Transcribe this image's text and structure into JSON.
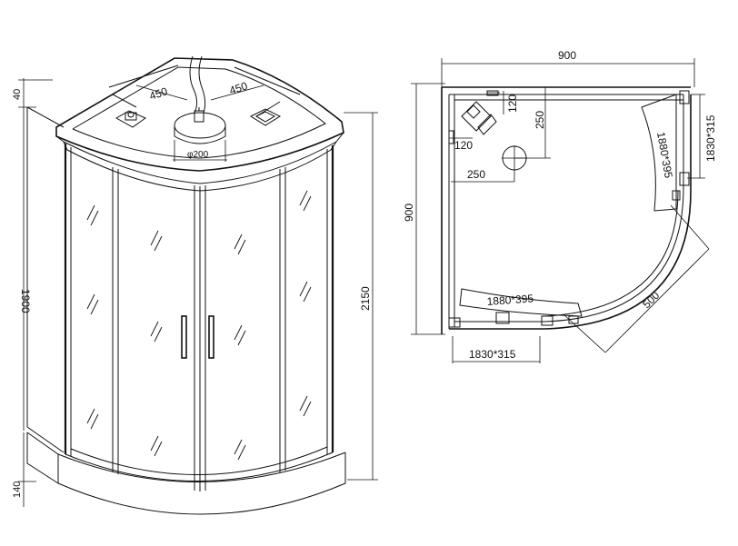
{
  "perspective_view": {
    "dims": {
      "top_offset": "40",
      "left_height": "1900",
      "right_height": "2150",
      "tray_height": "140",
      "ceiling_spacing_left": "450",
      "ceiling_spacing_right": "450",
      "shower_head_diameter": "φ200"
    }
  },
  "plan_view": {
    "dims": {
      "overall_width": "900",
      "overall_depth": "900",
      "fixed_panel_top": "1830*315",
      "fixed_panel_bottom": "1830*315",
      "sliding_door_right": "1880*395",
      "sliding_door_bottom": "1880*395",
      "radius": "500",
      "drain_offset_x": "250",
      "drain_offset_y": "250",
      "fitting_offset_x": "120",
      "fitting_offset_y": "120"
    }
  },
  "colors": {
    "line": "#111111",
    "background": "#ffffff"
  }
}
